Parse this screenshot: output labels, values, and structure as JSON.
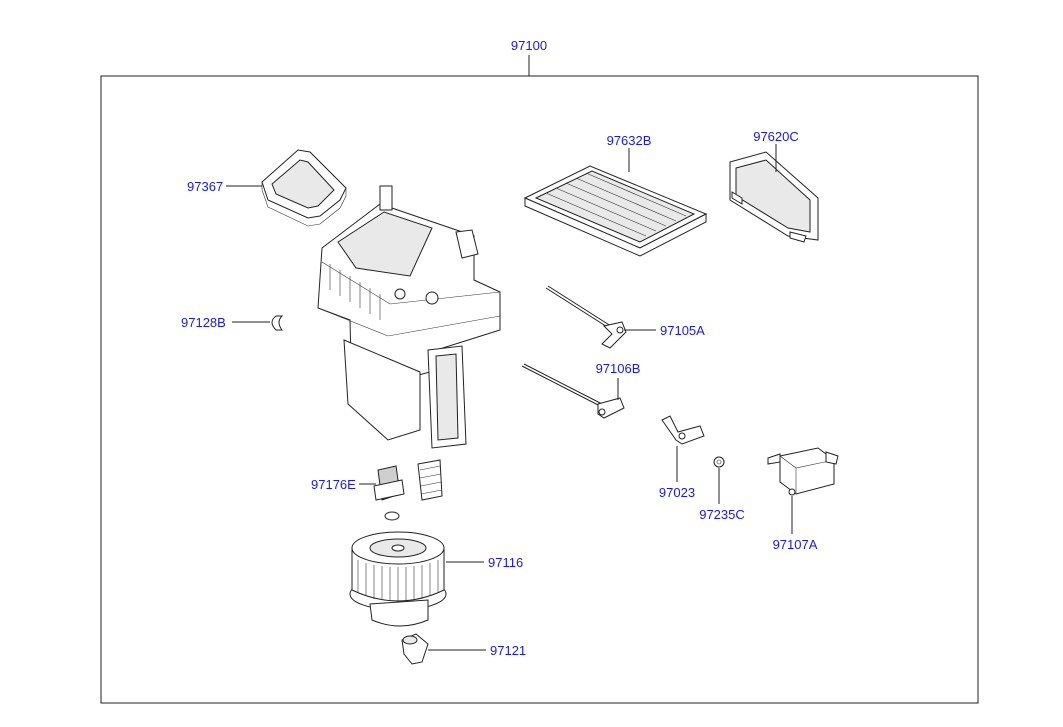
{
  "diagram": {
    "assembly_label": "97100",
    "parts": [
      {
        "id": "97367",
        "label": "97367"
      },
      {
        "id": "97632B",
        "label": "97632B"
      },
      {
        "id": "97620C",
        "label": "97620C"
      },
      {
        "id": "97128B",
        "label": "97128B"
      },
      {
        "id": "97105A",
        "label": "97105A"
      },
      {
        "id": "97106B",
        "label": "97106B"
      },
      {
        "id": "97176E",
        "label": "97176E"
      },
      {
        "id": "97023",
        "label": "97023"
      },
      {
        "id": "97235C",
        "label": "97235C"
      },
      {
        "id": "97107A",
        "label": "97107A"
      },
      {
        "id": "97116",
        "label": "97116"
      },
      {
        "id": "97121",
        "label": "97121"
      }
    ]
  },
  "colors": {
    "label": "#1a1adb",
    "line": "#222222",
    "background": "#ffffff"
  }
}
